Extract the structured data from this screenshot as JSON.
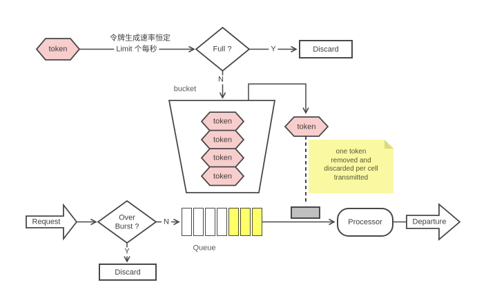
{
  "colors": {
    "stroke": "#474747",
    "token_pink": "#F8CECC",
    "queue_yellow": "#FFFF66",
    "note_yellow": "#FAF9A2",
    "cell_gray": "#C0C0C0"
  },
  "top_flow": {
    "token": "token",
    "rate_label_line1": "令牌生成速率恒定",
    "rate_label_line2": "Limit 个每秒",
    "decision": "Full ?",
    "yes_label": "Y",
    "no_label": "N",
    "discard": "Discard"
  },
  "bucket": {
    "label": "bucket",
    "tokens": [
      "token",
      "token",
      "token",
      "token"
    ]
  },
  "removal": {
    "token": "token",
    "note_lines": [
      "one token",
      "removed and",
      "discarded per cell",
      "transmitted"
    ]
  },
  "bottom_flow": {
    "request": "Request",
    "decision_line1": "Over",
    "decision_line2": "Burst ?",
    "no_label": "N",
    "yes_label": "Y",
    "discard": "Discard",
    "queue_label": "Queue",
    "queue_cells": [
      "empty",
      "empty",
      "empty",
      "empty",
      "filled",
      "filled",
      "filled"
    ],
    "processor": "Processor",
    "departure": "Departure"
  }
}
